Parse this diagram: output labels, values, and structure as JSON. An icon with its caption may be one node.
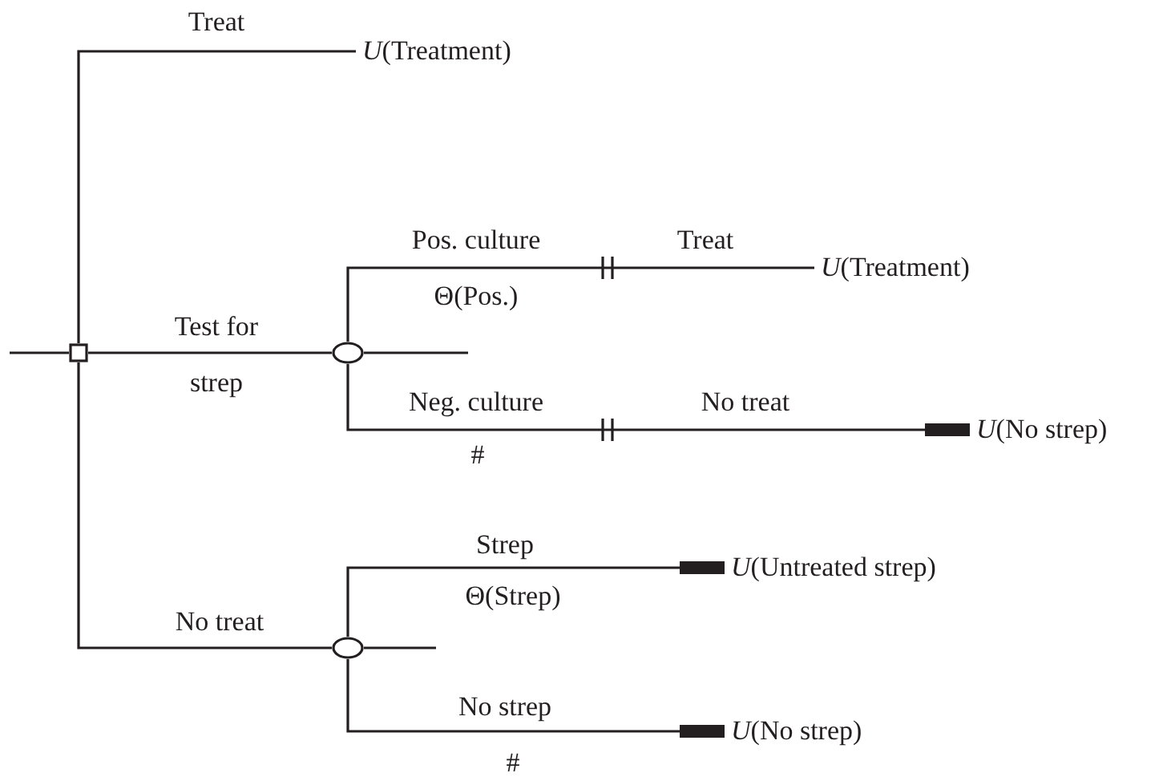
{
  "diagram": {
    "nodes": [
      {
        "text": [],
        "shape": "box"
      },
      {
        "text": [
          "*U*(Treatment)"
        ]
      },
      {
        "text": [],
        "shape": "circle"
      },
      {
        "text": [
          "*U*(Treatment)"
        ]
      },
      {
        "text": [
          "*U*(No strep)"
        ]
      },
      {
        "text": [],
        "shape": "circle"
      },
      {
        "text": [
          "*U*(Untreated strep)"
        ]
      },
      {
        "text": [
          "*U*(No strep)"
        ]
      }
    ],
    "edges": [
      {
        "from": null,
        "to": 0,
        "arrow": "none"
      },
      {
        "from": 0,
        "to": 1,
        "arrow": "none",
        "label": "Treat"
      },
      {
        "from": 0,
        "to": 2,
        "arrow": "none",
        "label": "Test for strep"
      },
      {
        "from": 0,
        "to": 5,
        "arrow": "none",
        "label": "No treat"
      },
      {
        "from": 2,
        "to": 3,
        "arrow": "none",
        "label": "Pos. culture"
      },
      {
        "from": 2,
        "to": 4,
        "arrow": "other",
        "label": "Neg. culture"
      },
      {
        "from": 2,
        "to": null,
        "arrow": "none"
      },
      {
        "from": 5,
        "to": 6,
        "arrow": "other",
        "label": "Strep"
      },
      {
        "from": 5,
        "to": 7,
        "arrow": "other",
        "label": "No strep"
      },
      {
        "from": 5,
        "to": null,
        "arrow": "none"
      }
    ],
    "labels": [
      "Θ(Pos.)",
      "Treat",
      "No treat",
      "#",
      "Θ(Strep)",
      "#"
    ]
  }
}
